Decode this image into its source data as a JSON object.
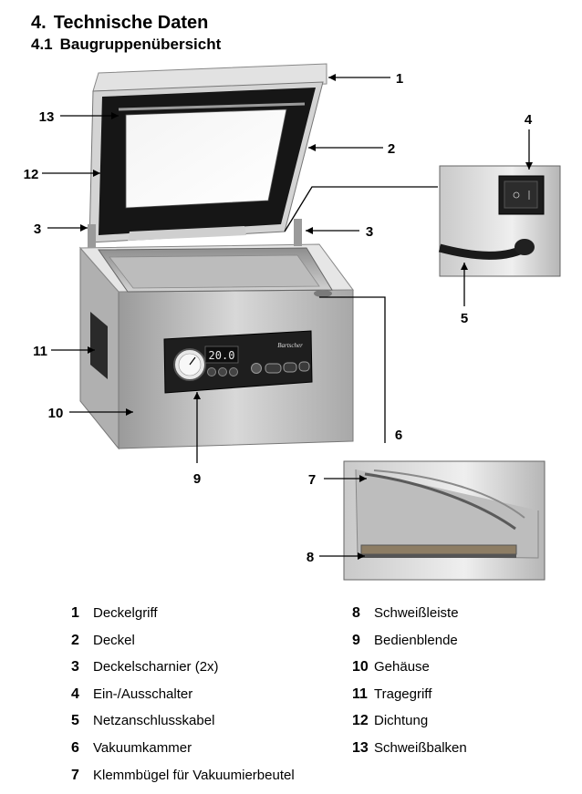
{
  "heading": {
    "number": "4.",
    "title": "Technische Daten"
  },
  "subheading": {
    "number": "4.1",
    "title": "Baugruppenübersicht"
  },
  "callouts": [
    "1",
    "2",
    "3",
    "3",
    "4",
    "5",
    "6",
    "7",
    "8",
    "9",
    "10",
    "11",
    "12",
    "13"
  ],
  "display_readout": "20.0",
  "brand": "Bartscher",
  "legend_left": [
    {
      "num": "1",
      "label": "Deckelgriff"
    },
    {
      "num": "2",
      "label": "Deckel"
    },
    {
      "num": "3",
      "label": "Deckelscharnier (2x)"
    },
    {
      "num": "4",
      "label": "Ein-/Ausschalter"
    },
    {
      "num": "5",
      "label": "Netzanschlusskabel"
    },
    {
      "num": "6",
      "label": "Vakuumkammer"
    },
    {
      "num": "7",
      "label": "Klemmbügel für Vakuumierbeutel"
    }
  ],
  "legend_right": [
    {
      "num": "8",
      "label": "Schweißleiste"
    },
    {
      "num": "9",
      "label": "Bedienblende"
    },
    {
      "num": "10",
      "label": "Gehäuse"
    },
    {
      "num": "11",
      "label": "Tragegriff"
    },
    {
      "num": "12",
      "label": "Dichtung"
    },
    {
      "num": "13",
      "label": "Schweißbalken"
    }
  ]
}
